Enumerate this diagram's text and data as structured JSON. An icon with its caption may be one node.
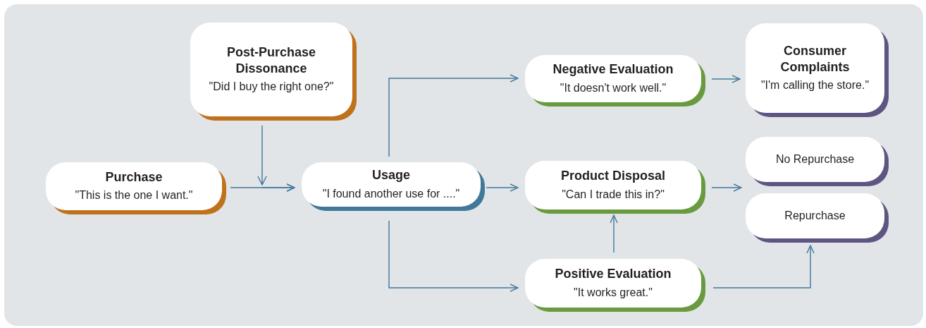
{
  "diagram": {
    "nodes": [
      {
        "text": [
          "Post-Purchase Dissonance",
          "\"Did I buy the right one?\""
        ]
      },
      {
        "text": [
          "Purchase",
          "\"This is the one I want.\""
        ]
      },
      {
        "text": [
          "Usage",
          "\"I found another use for ....\""
        ]
      },
      {
        "text": [
          "Negative Evaluation",
          "\"It doesn't work well.\""
        ]
      },
      {
        "text": [
          "Consumer Complaints",
          "\"I'm calling the store.\""
        ]
      },
      {
        "text": [
          "Product Disposal",
          "\"Can I trade this in?\""
        ]
      },
      {
        "text": [
          "No Repurchase"
        ]
      },
      {
        "text": [
          "Repurchase"
        ]
      },
      {
        "text": [
          "Positive Evaluation",
          "\"It works great.\""
        ]
      }
    ],
    "edges": [
      {
        "from": 0,
        "to": 2,
        "arrow": "to"
      },
      {
        "from": 1,
        "to": 2,
        "arrow": "to"
      },
      {
        "from": 2,
        "to": 3,
        "arrow": "to"
      },
      {
        "from": 2,
        "to": 5,
        "arrow": "to"
      },
      {
        "from": 2,
        "to": 8,
        "arrow": "to"
      },
      {
        "from": 3,
        "to": 4,
        "arrow": "to"
      },
      {
        "from": 5,
        "to": 6,
        "arrow": "to"
      },
      {
        "from": 8,
        "to": 5,
        "arrow": "to"
      },
      {
        "from": 8,
        "to": 7,
        "arrow": "to"
      }
    ]
  }
}
